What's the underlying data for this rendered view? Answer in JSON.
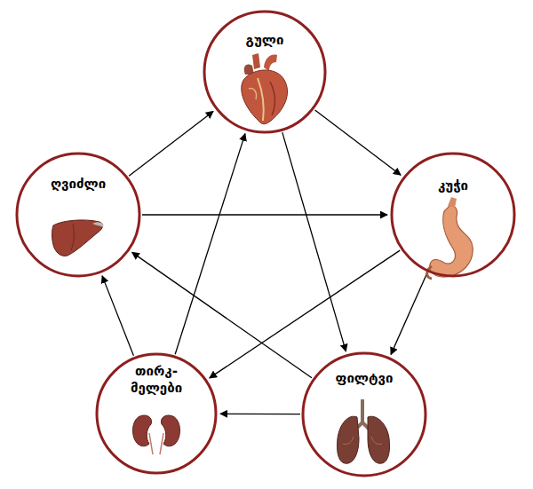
{
  "diagram": {
    "nodes": [
      {
        "text": [
          "გული"
        ]
      },
      {
        "text": [
          "კუჭი"
        ]
      },
      {
        "text": [
          "ფილტვი"
        ]
      },
      {
        "text": [
          "თირკ- მელები"
        ]
      },
      {
        "text": [
          "ღვიძლი"
        ]
      }
    ],
    "edges": [
      {
        "from": 4,
        "to": 0,
        "arrow": "to"
      },
      {
        "from": 0,
        "to": 1,
        "arrow": "to"
      },
      {
        "from": 0,
        "to": 2,
        "arrow": "to"
      },
      {
        "from": 4,
        "to": 1,
        "arrow": "to"
      },
      {
        "from": 1,
        "to": 3,
        "arrow": "to"
      },
      {
        "from": 1,
        "to": 2,
        "arrow": "to"
      },
      {
        "from": 2,
        "to": 4,
        "arrow": "to"
      },
      {
        "from": 3,
        "to": 0,
        "arrow": "to"
      },
      {
        "from": 2,
        "to": 3,
        "arrow": "to"
      },
      {
        "from": 3,
        "to": 4,
        "arrow": "to"
      }
    ]
  }
}
